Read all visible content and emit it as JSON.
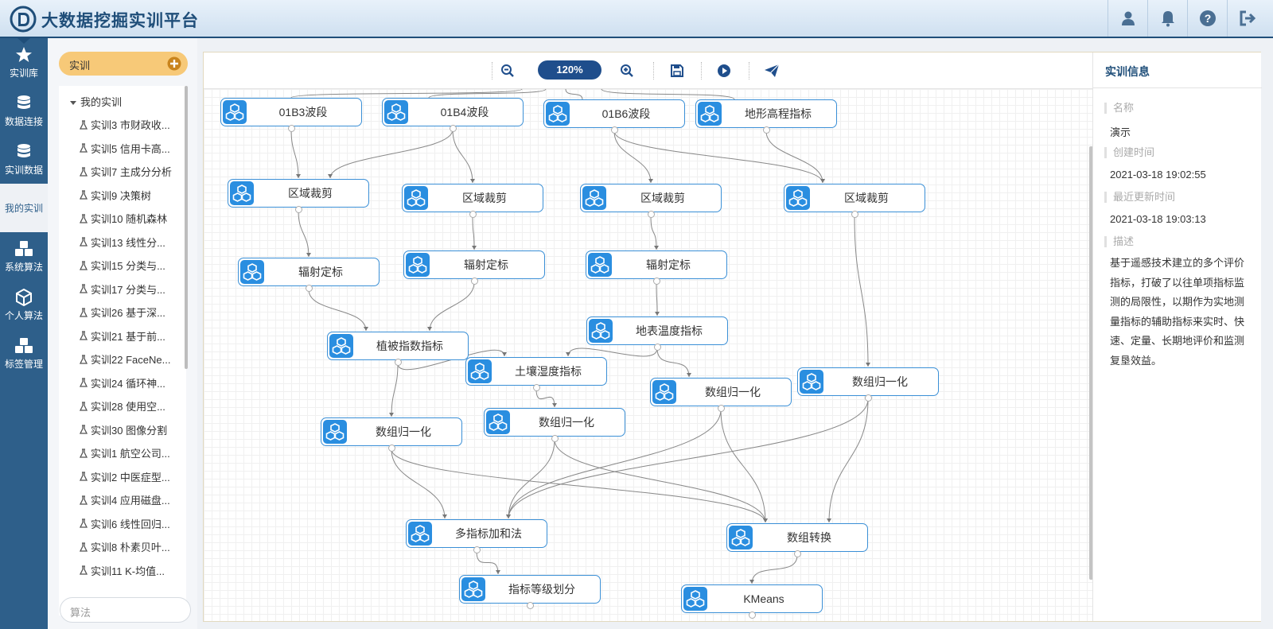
{
  "app": {
    "title": "大数据挖掘实训平台"
  },
  "header_icons": [
    "user-icon",
    "bell-icon",
    "help-icon",
    "logout-icon"
  ],
  "nav": [
    {
      "label": "实训库",
      "icon": "star-icon"
    },
    {
      "label": "数据连接",
      "icon": "database-icon"
    },
    {
      "label": "实训数据",
      "icon": "database-icon"
    },
    {
      "label": "我的实训",
      "icon": "",
      "active": true
    },
    {
      "label": "系统算法",
      "icon": "cubes-icon"
    },
    {
      "label": "个人算法",
      "icon": "cube-icon"
    },
    {
      "label": "标签管理",
      "icon": "cubes-icon"
    }
  ],
  "tree": {
    "header": "实训",
    "root": "我的实训",
    "items": [
      "实训3 市财政收...",
      "实训5 信用卡高...",
      "实训7 主成分分析",
      "实训9 决策树",
      "实训10 随机森林",
      "实训13 线性分...",
      "实训15 分类与...",
      "实训17 分类与...",
      "实训26 基于深...",
      "实训21 基于前...",
      "实训22 FaceNe...",
      "实训24 循环神...",
      "实训28 使用空...",
      "实训30 图像分割",
      "实训1 航空公司...",
      "实训2 中医症型...",
      "实训4 应用磁盘...",
      "实训6 线性回归...",
      "实训8 朴素贝叶...",
      "实训11 K-均值..."
    ],
    "search_placeholder": "算法"
  },
  "toolbar": {
    "zoom": "120%",
    "icons": [
      "zoom-out-icon",
      "zoom-in-icon",
      "save-icon",
      "run-icon",
      "send-icon"
    ]
  },
  "nodes": [
    {
      "id": "n1",
      "label": "01B3波段"
    },
    {
      "id": "n2",
      "label": "01B4波段"
    },
    {
      "id": "n3",
      "label": "01B6波段"
    },
    {
      "id": "n4",
      "label": "地形高程指标"
    },
    {
      "id": "n5",
      "label": "区域裁剪"
    },
    {
      "id": "n6",
      "label": "区域裁剪"
    },
    {
      "id": "n7",
      "label": "区域裁剪"
    },
    {
      "id": "n8",
      "label": "区域裁剪"
    },
    {
      "id": "n9",
      "label": "辐射定标"
    },
    {
      "id": "n10",
      "label": "辐射定标"
    },
    {
      "id": "n11",
      "label": "辐射定标"
    },
    {
      "id": "n12",
      "label": "地表温度指标"
    },
    {
      "id": "n13",
      "label": "植被指数指标"
    },
    {
      "id": "n14",
      "label": "土壤湿度指标"
    },
    {
      "id": "n15",
      "label": "数组归一化"
    },
    {
      "id": "n16",
      "label": "数组归一化"
    },
    {
      "id": "n17",
      "label": "数组归一化"
    },
    {
      "id": "n18",
      "label": "数组归一化"
    },
    {
      "id": "n19",
      "label": "多指标加和法"
    },
    {
      "id": "n20",
      "label": "数组转换"
    },
    {
      "id": "n21",
      "label": "指标等级划分"
    },
    {
      "id": "n22",
      "label": "KMeans"
    }
  ],
  "info": {
    "title": "实训信息",
    "name_label": "名称",
    "name_value": "演示",
    "created_label": "创建时间",
    "created_value": "2021-03-18 19:02:55",
    "updated_label": "最近更新时间",
    "updated_value": "2021-03-18 19:03:13",
    "desc_label": "描述",
    "desc_value": "基于遥感技术建立的多个评价指标，打破了以往单项指标监测的局限性，以期作为实地测量指标的辅助指标来实时、快速、定量、长期地评价和监测复垦效益。"
  },
  "colors": {
    "nav_bg": "#2e5f8a",
    "accent": "#1f4e8c",
    "node_icon": "#2a8ee0",
    "tree_header": "#f7c978"
  }
}
